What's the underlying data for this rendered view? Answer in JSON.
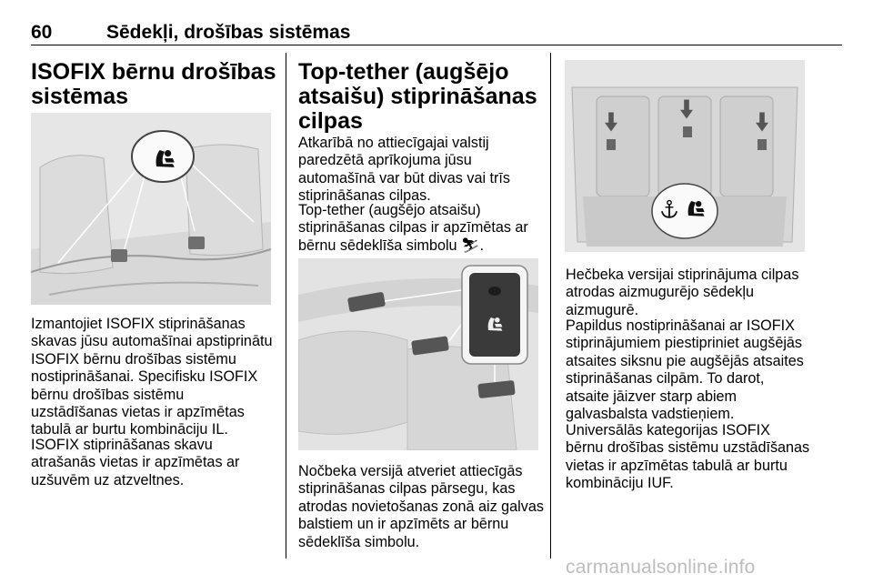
{
  "header": {
    "page_number": "60",
    "section_title": "Sēdekļi, drošības sistēmas"
  },
  "col1": {
    "heading": "ISOFIX bērnu drošības sistēmas",
    "para1": "Izmantojiet ISOFIX stiprināšanas skavas jūsu automašīnai apstiprinātu ISOFIX bērnu drošības sistēmu nostiprināšanai. Specifisku ISOFIX bērnu drošības sistēmu uzstādīšanas vietas ir apzīmētas tabulā ar burtu kombināciju IL.",
    "para2": "ISOFIX stiprināšanas skavu atrašanās vietas ir apzīmētas ar uzšuvēm uz atzveltnes."
  },
  "col2": {
    "heading": "Top-tether (augšējo atsaišu) stiprināšanas cilpas",
    "para1": "Atkarībā no attiecīgajai valstij paredzētā aprīkojuma jūsu automašīnā var būt divas vai trīs stiprināšanas cilpas.",
    "para2": "Top-tether (augšējo atsaišu) stiprināšanas cilpas ir apzīmētas ar bērnu sēdeklīša simbolu ⛷.",
    "para3": "Nočbeka versijā atveriet attiecīgās stiprināšanas cilpas pārsegu, kas atrodas novietošanas zonā aiz galvas balstiem un ir apzīmēts ar bērnu sēdeklīša simbolu."
  },
  "col3": {
    "para1": "Hečbeka versijai stiprinājuma cilpas atrodas aizmugurējo sēdekļu aizmugurē.",
    "para2": "Papildus nostiprināšanai ar ISOFIX stiprinājumiem piestipriniet augšējās atsaites siksnu pie augšējās atsaites stiprināšanas cilpām. To darot, atsaite jāizver starp abiem galvasbalsta vadstieņiem.",
    "para3": "Universālās kategorijas ISOFIX bērnu drošības sistēmu uzstādīšanas vietas ir apzīmētas tabulā ar burtu kombināciju IUF."
  },
  "watermark": "carmanualsonline.info",
  "icons": [
    "child-seat-icon",
    "anchor-icon",
    "arrow-down-icon"
  ]
}
